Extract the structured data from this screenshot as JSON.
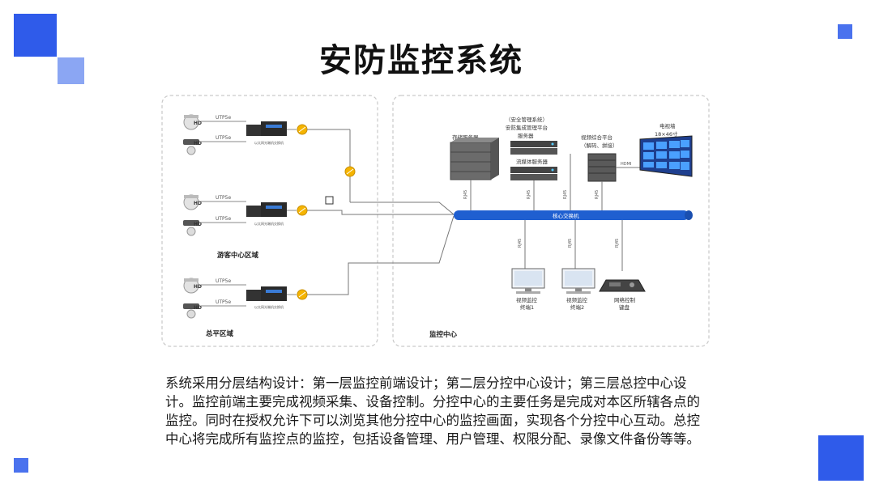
{
  "slide": {
    "title": "安防监控系统",
    "caption": "系统采用分层结构设计：第一层监控前端设计；第二层分控中心设计；第三层总控中心设计。监控前端主要完成视频采集、设备控制。分控中心的主要任务是完成对本区所辖各点的监控。同时在授权允许下可以浏览其他分控中心的监控画面，实现各个分控中心互动。总控中心将完成所有监控点的监控，包括设备管理、用户管理、权限分配、录像文件备份等等。",
    "accent_color": "#2f5bea",
    "accent_light": "#8ba6f3"
  },
  "diagram": {
    "left_zone": {
      "cable_label": "UTP5e",
      "switch_label": "以太网光端机交换机",
      "hd_label": "HD",
      "visitor_zone_label": "游客中心区域",
      "zongping_zone_label": "总平区域"
    },
    "center": {
      "storage_label": "存储服务器",
      "mgmt_line1": "（安全管理系统）",
      "mgmt_line2": "安防集成管理平台",
      "mgmt_line3": "服务器",
      "media_label": "流媒体服务器",
      "video_platform_line1": "视频综合平台",
      "video_platform_line2": "（解码、拼接）",
      "tv_wall_line1": "电视墙",
      "tv_wall_line2": "18×46寸",
      "hdmi_label": "HDMI",
      "core_switch_label": "核心交换机",
      "link_label": "RJ45",
      "terminal1_line1": "视频监控",
      "terminal1_line2": "终端1",
      "terminal2_line1": "视频监控",
      "terminal2_line2": "终端2",
      "keyboard_line1": "网络控制",
      "keyboard_line2": "键盘",
      "center_zone_label": "监控中心"
    }
  }
}
